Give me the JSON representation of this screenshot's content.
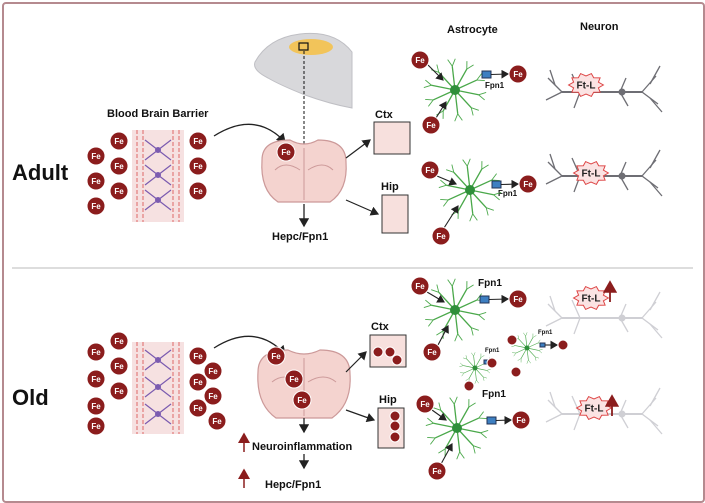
{
  "labels": {
    "bbb": "Blood Brain Barrier",
    "adult": "Adult",
    "old": "Old",
    "astrocyte": "Astrocyte",
    "neuron": "Neuron",
    "ctx": "Ctx",
    "hip": "Hip",
    "hepc_adult": "Hepc/Fpn1",
    "neuroinflammation": "Neuroinflammation",
    "hepc_old": "Hepc/Fpn1",
    "fpn1": "Fpn1",
    "fe": "Fe",
    "ftl": "Ft-L"
  },
  "colors": {
    "frame": "#b58a8f",
    "fe": "#8b1d1d",
    "astro_green": "#4aa84a",
    "fpn_blue": "#3d7fc1",
    "brain_pink": "#f4d3cf",
    "arrow_up": "#8b1d1d"
  }
}
